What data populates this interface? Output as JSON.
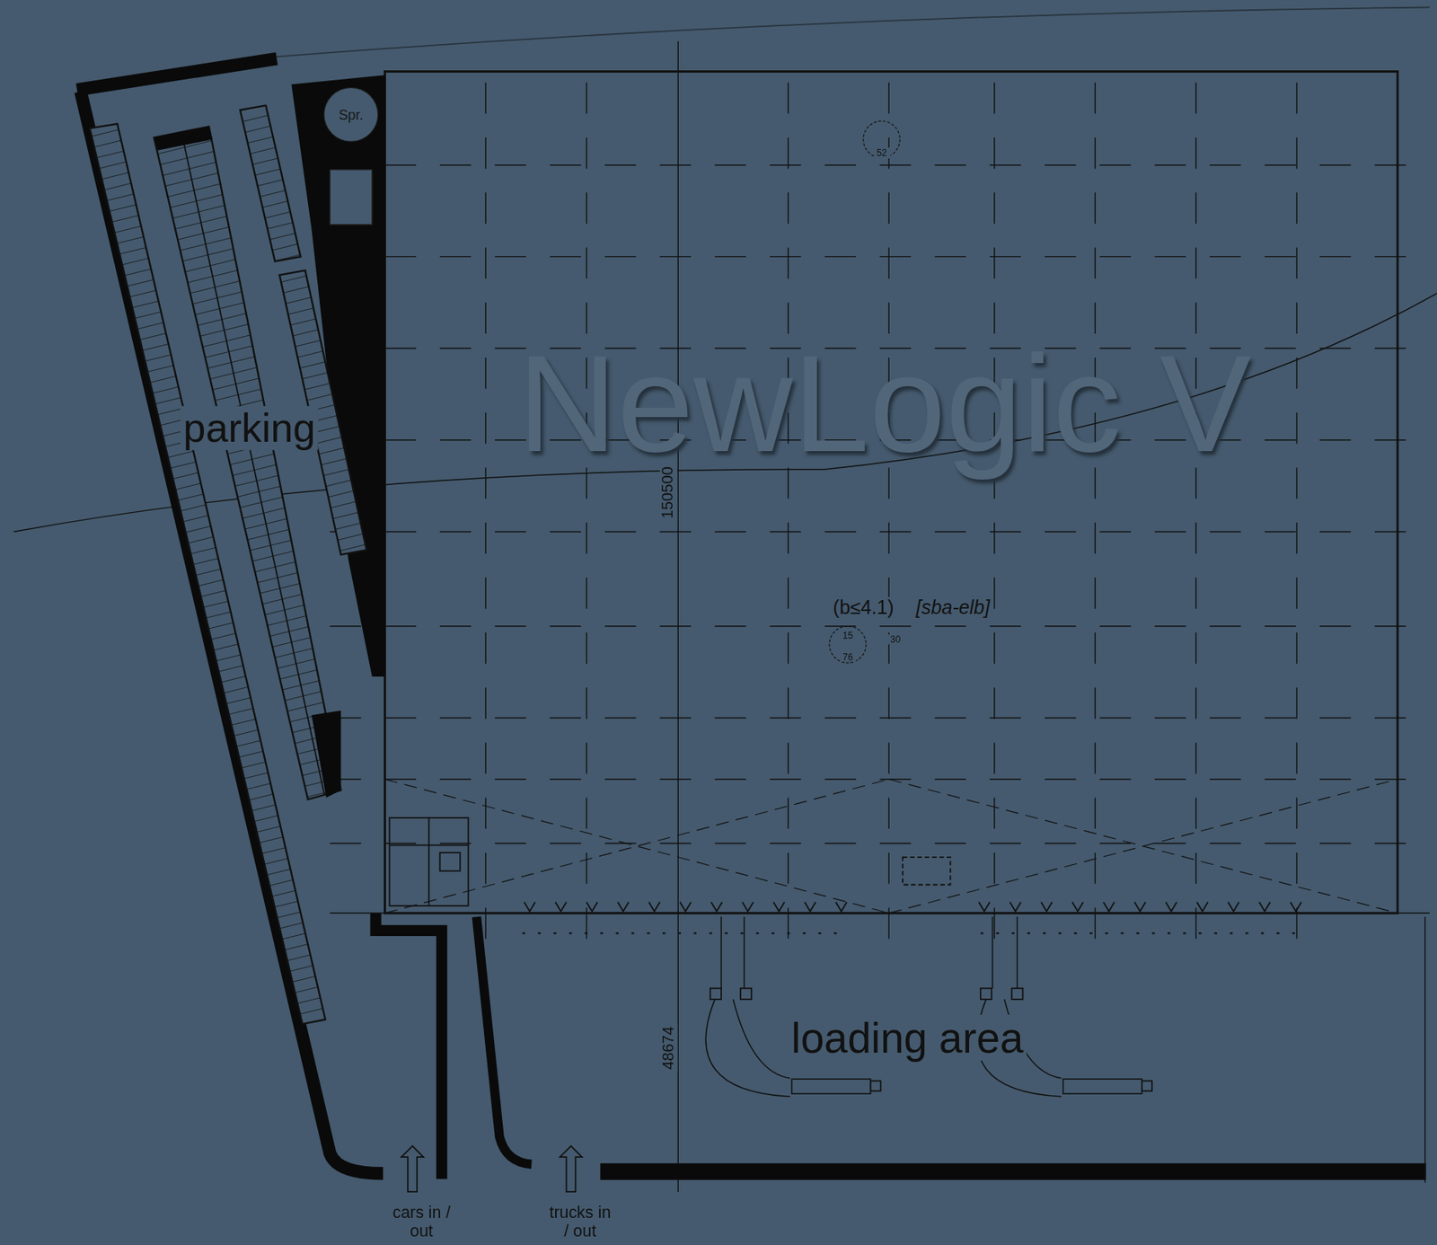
{
  "diagram": {
    "nodes": [
      {
        "text": [
          "Spr."
        ]
      }
    ],
    "labels": [
      "parking",
      "NewLogic V",
      "150500",
      "(b≤4.1)",
      "[sba-elb]",
      "52",
      "15",
      "76",
      "30",
      "loading area",
      "48674",
      "cars in / out",
      "trucks in / out"
    ]
  }
}
